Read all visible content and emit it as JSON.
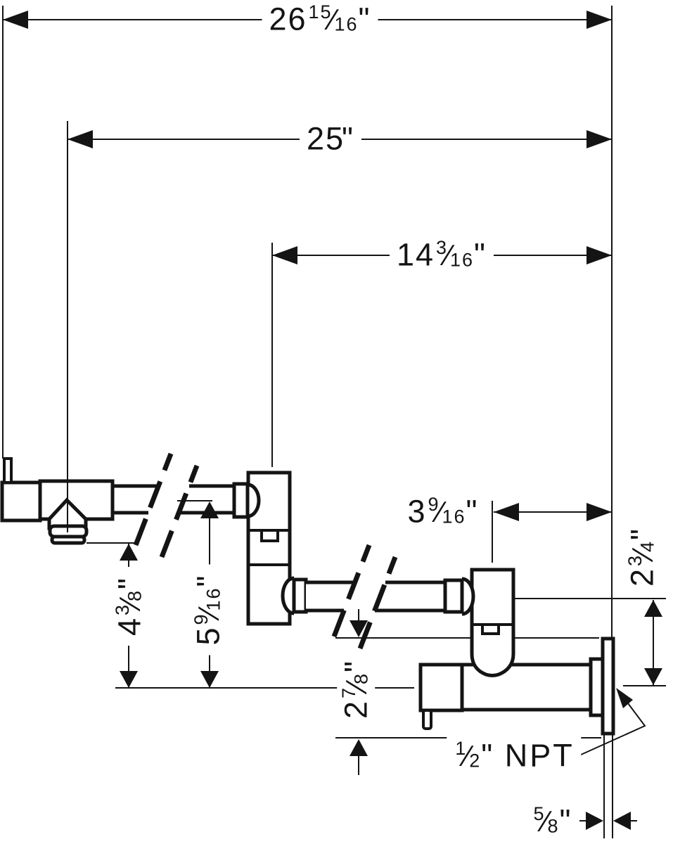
{
  "drawing": {
    "type": "technical-dimension-drawing",
    "subject": "wall-mounted pot filler faucet, side elevation with break lines",
    "ink_color": "#141414",
    "background_color": "#ffffff"
  },
  "dims": {
    "overall_width": {
      "whole": "26",
      "num": "15",
      "slash": "⁄",
      "den": "16",
      "unit": "\"",
      "tail": ""
    },
    "spout_reach": {
      "whole": "25",
      "num": "",
      "slash": "",
      "den": "",
      "unit": "\"",
      "tail": ""
    },
    "lower_arm_reach": {
      "whole": "14",
      "num": "3",
      "slash": "⁄",
      "den": "16",
      "unit": "\"",
      "tail": ""
    },
    "pivot_to_wall": {
      "whole": "3",
      "num": "9",
      "slash": "⁄",
      "den": "16",
      "unit": "\"",
      "tail": ""
    },
    "axis_drop": {
      "whole": "2",
      "num": "3",
      "slash": "⁄",
      "den": "4",
      "unit": "\"",
      "tail": ""
    },
    "outlet_height": {
      "whole": "4",
      "num": "3",
      "slash": "⁄",
      "den": "8",
      "unit": "\"",
      "tail": ""
    },
    "arm_axis_height": {
      "whole": "5",
      "num": "9",
      "slash": "⁄",
      "den": "16",
      "unit": "\"",
      "tail": ""
    },
    "body_height": {
      "whole": "2",
      "num": "7",
      "slash": "⁄",
      "den": "8",
      "unit": "\"",
      "tail": ""
    },
    "connection": {
      "whole": "",
      "num": "1",
      "slash": "⁄",
      "den": "2",
      "unit": "\"",
      "tail": " NPT"
    },
    "escutcheon_depth": {
      "whole": "",
      "num": "5",
      "slash": "⁄",
      "den": "8",
      "unit": "\"",
      "tail": ""
    }
  }
}
